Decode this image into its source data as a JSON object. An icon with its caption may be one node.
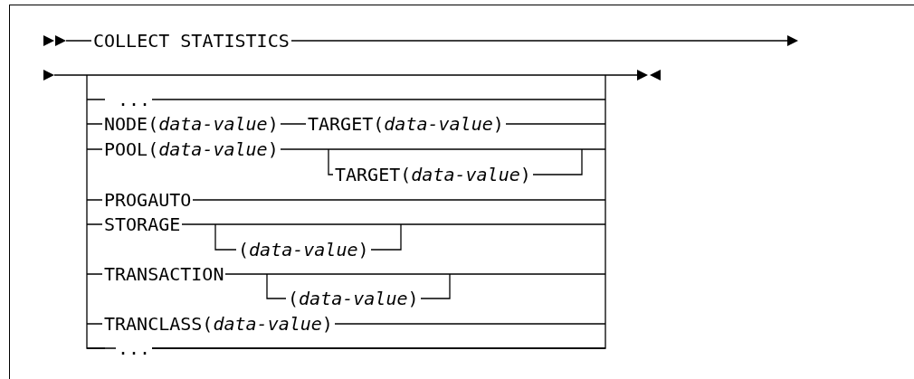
{
  "diagram": {
    "labels": [
      "COLLECT STATISTICS",
      "...",
      "NODE(*data-value*)",
      "TARGET(*data-value*)",
      "POOL(*data-value*)",
      "TARGET(*data-value*)",
      "PROGAUTO",
      "STORAGE",
      "(*data-value*)",
      "TRANSACTION",
      "(*data-value*)",
      "TRANCLASS(*data-value*)",
      "..."
    ]
  }
}
